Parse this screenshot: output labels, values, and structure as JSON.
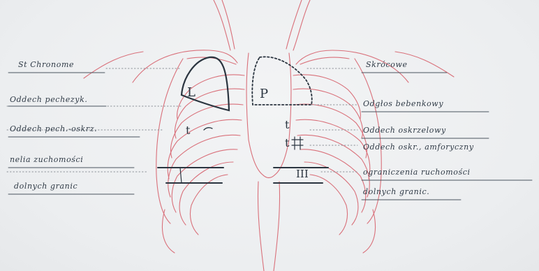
{
  "labels": {
    "left": [
      "St Chronome",
      "Oddech pechezyk.",
      "Oddech pech.-oskrz.",
      "nelia zuchomości",
      "dolnych granic"
    ],
    "right": [
      "Skrócowe",
      "Odgłos bebenkowy",
      "Oddech oskrzelowy",
      "Oddech oskr., amforyczny",
      "ograniczenia ruchomości",
      "dolnych granic."
    ]
  },
  "lung_marks": {
    "left_upper": "L",
    "right_upper": "P",
    "left_mid": "t",
    "right_mid_1": "t",
    "right_mid_2": "t",
    "right_lower": "III"
  },
  "colors": {
    "anatomy_line": "#d9707a",
    "ink": "#2b3540",
    "leader_line": "#8a8f96"
  }
}
